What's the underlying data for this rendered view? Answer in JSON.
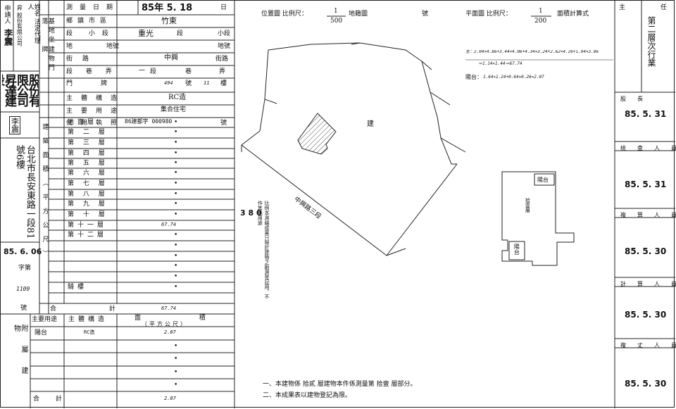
{
  "applicant": {
    "col1_label": "申請人",
    "col2_label": "姓名 法定代理人",
    "company_small": "昇  股份有限公司",
    "name": "李震",
    "seal": "股份有限公司 昇達建設",
    "stamp_mark": "李震",
    "address": "台北市長安東路一段81號6樓",
    "date_stamp": "85. 6. 06",
    "receipt_mark": "字第",
    "receipt_no": "1109",
    "number_label": "號"
  },
  "fields": {
    "survey_date": {
      "label": "測量日期",
      "value": "85年 5. 18",
      "suffix": "日"
    },
    "city": {
      "label": "鄉鎮市區",
      "value": "竹東"
    },
    "section": {
      "label": "段  小段",
      "label1": "段",
      "label2": "小段",
      "value": "重光",
      "suffix1": "段",
      "suffix2": "小段"
    },
    "lot": {
      "label": "地號",
      "label_prefix": "地",
      "suffix": "地號"
    },
    "road": {
      "label": "街路",
      "value": "中興",
      "suffix": "街路"
    },
    "lane": {
      "label": "段 巷 弄",
      "value": "一",
      "seg": "段",
      "lane": "巷",
      "alley": "弄"
    },
    "door": {
      "label": "門牌",
      "value": "494",
      "no": "號",
      "floor_value": "11",
      "floor": "樓"
    },
    "structure": {
      "label": "主體構造",
      "value": "RC造"
    },
    "usage": {
      "label": "主要用途",
      "value": "集合住宅"
    },
    "permit": {
      "label": "使用執照",
      "value": "86建都字 000980",
      "suffix": "號"
    }
  },
  "left_group_labels": {
    "parcel": [
      "基地坐落"
    ],
    "building_no": [
      "建物門牌"
    ],
    "area_group": "建築面積（平方公尺）"
  },
  "floors": [
    {
      "label": "地面層",
      "value": "•"
    },
    {
      "label": "第 二 層",
      "value": "•"
    },
    {
      "label": "第 三 層",
      "value": "•"
    },
    {
      "label": "第 四 層",
      "value": "•"
    },
    {
      "label": "第 五 層",
      "value": "•"
    },
    {
      "label": "第 六 層",
      "value": "•"
    },
    {
      "label": "第 七 層",
      "value": "•"
    },
    {
      "label": "第 八 層",
      "value": "•"
    },
    {
      "label": "第 九 層",
      "value": "•"
    },
    {
      "label": "第 十 層",
      "value": "•"
    },
    {
      "label": "第十一層",
      "value": "67.74"
    },
    {
      "label": "第十二層",
      "value": "•"
    },
    {
      "label": "",
      "value": "•"
    },
    {
      "label": "",
      "value": "•"
    },
    {
      "label": "",
      "value": "•"
    },
    {
      "label": "",
      "value": "•"
    },
    {
      "label": "騎樓",
      "value": "•"
    }
  ],
  "total": {
    "label": "合 計",
    "value": "67.74"
  },
  "annex": {
    "side_label": "附屬建物",
    "col_usage": "主要用途",
    "col_struct": "主體構造",
    "col_area": "面  積",
    "col_area_unit": "（平方公尺）",
    "rows": [
      {
        "usage": "陽台",
        "struct": "RC造",
        "area": "2.07"
      },
      {
        "usage": "",
        "struct": "",
        "area": "•"
      },
      {
        "usage": "",
        "struct": "",
        "area": "•"
      },
      {
        "usage": "",
        "struct": "",
        "area": "•"
      },
      {
        "usage": "",
        "struct": "",
        "area": "•"
      },
      {
        "usage": "",
        "struct": "",
        "area": "•"
      }
    ],
    "total_label": "合  計",
    "total_value": "2.07"
  },
  "location_map": {
    "title_prefix": "位置圖  比例尺：",
    "scale_num": "1",
    "scale_den": "500",
    "map_label": "地籍圖",
    "no_label": "號",
    "road_label": "中興路三段",
    "building_label": "建",
    "num_380": "3 8 0",
    "note_text": "比例本測繪成果只限於建物之勘測登記用，不作其他用途"
  },
  "floor_plan": {
    "title_prefix": "平面圖  比例尺：",
    "scale_num": "1",
    "scale_den": "200",
    "method": "面積計算式",
    "formula_main": "主：2.04×4.86+3.44×4.06+4.34×3.24+2.62×4.26+1.94×3.96",
    "formula_main2": "＝1.14×1.44＝67.74",
    "formula_bal_label": "陽台：",
    "formula_bal": "1.64×1.24+0.64×0.26=2.07",
    "balcony_top": "陽台",
    "balcony_bottom": "陽台",
    "main_label": "拾壹層"
  },
  "footer_notes": {
    "note1": "一、本建物係 拾貳 層建物本件係測量第 拾壹 層部分。",
    "note2": "二、本成果表以建物登記為限。"
  },
  "right_panel": {
    "title": "主任",
    "office": "第二層次行業",
    "case_label": "股長",
    "roles": [
      {
        "label": "股長",
        "date": "85. 5. 31"
      },
      {
        "label": "檢查人員",
        "date": "85. 5. 31"
      },
      {
        "label": "複算人員",
        "date": "85. 5. 30"
      },
      {
        "label": "計算人員",
        "date": "85. 5. 30"
      },
      {
        "label": "複丈人員",
        "date": "85. 5. 30"
      }
    ]
  }
}
